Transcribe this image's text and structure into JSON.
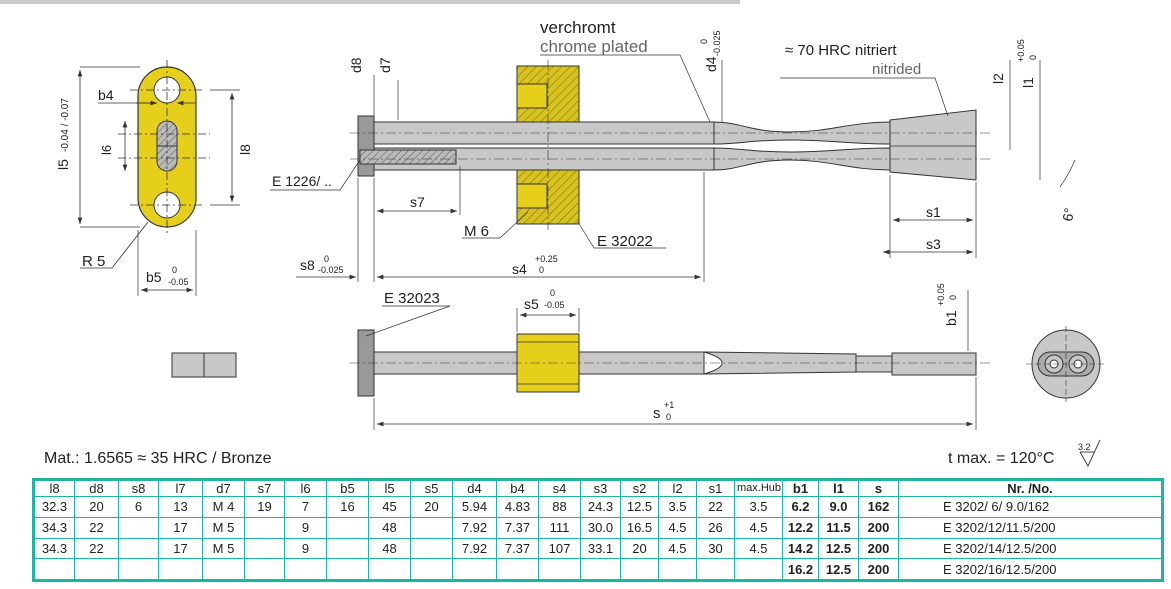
{
  "labels": {
    "verchromt": "verchromt",
    "chrome_plated": "chrome plated",
    "hrc_nitriert": "≈ 70 HRC nitriert",
    "nitrided": "nitrided",
    "b4": "b4",
    "l6": "l6",
    "l8": "l8",
    "l5": "l5",
    "l5_tol": "-0.04 / -0.07",
    "r5": "R 5",
    "b5": "b5",
    "b5_tol_top": "0",
    "b5_tol_bot": "-0.05",
    "d8": "d8",
    "d7": "d7",
    "d4": "d4",
    "d4_tol_top": "0",
    "d4_tol_bot": "-0.025",
    "e1226": "E 1226/ ..",
    "s7": "s7",
    "m6": "M 6",
    "e32022": "E 32022",
    "s8": "s8",
    "s8_tol_top": "0",
    "s8_tol_bot": "-0.025",
    "s4": "s4",
    "s4_tol_top": "+0.25",
    "s4_tol_bot": "0",
    "l2": "l2",
    "l1": "l1",
    "l1_tol_top": "+0.05",
    "l1_tol_bot": "0",
    "s1": "s1",
    "s3": "s3",
    "angle": "6°",
    "e32023": "E 32023",
    "s5": "s5",
    "s5_tol_top": "0",
    "s5_tol_bot": "-0.05",
    "s": "s",
    "s_tol_top": "+1",
    "s_tol_bot": "0",
    "b1": "b1",
    "b1_tol_top": "+0.05",
    "b1_tol_bot": "0",
    "surface": "3.2"
  },
  "material": "Mat.: 1.6565 ≈ 35 HRC / Bronze",
  "tmax": "t max. = 120°C",
  "colors": {
    "yellow": "#e6cf1a",
    "grey": "#c8c8c8",
    "table_border": "#1fb4a8"
  },
  "table": {
    "headers": [
      "l8",
      "d8",
      "s8",
      "l7",
      "d7",
      "s7",
      "l6",
      "b5",
      "l5",
      "s5",
      "d4",
      "b4",
      "s4",
      "s3",
      "s2",
      "l2",
      "s1",
      "max.Hub",
      "b1",
      "l1",
      "s",
      "Nr. /No."
    ],
    "rows": [
      [
        "32.3",
        "20",
        "6",
        "13",
        "M 4",
        "19",
        "7",
        "16",
        "45",
        "20",
        "5.94",
        "4.83",
        "88",
        "24.3",
        "12.5",
        "3.5",
        "22",
        "3.5",
        "6.2",
        "9.0",
        "162",
        "E 3202/  6/  9.0/162"
      ],
      [
        "34.3",
        "22",
        "",
        "17",
        "M 5",
        "",
        "9",
        "",
        "48",
        "",
        "7.92",
        "7.37",
        "111",
        "30.0",
        "16.5",
        "4.5",
        "26",
        "4.5",
        "12.2",
        "11.5",
        "200",
        "E 3202/12/11.5/200"
      ],
      [
        "34.3",
        "22",
        "",
        "17",
        "M 5",
        "",
        "9",
        "",
        "48",
        "",
        "7.92",
        "7.37",
        "107",
        "33.1",
        "20",
        "4.5",
        "30",
        "4.5",
        "14.2",
        "12.5",
        "200",
        "E 3202/14/12.5/200"
      ],
      [
        "",
        "",
        "",
        "",
        "",
        "",
        "",
        "",
        "",
        "",
        "",
        "",
        "",
        "",
        "",
        "",
        "",
        "",
        "16.2",
        "12.5",
        "200",
        "E 3202/16/12.5/200"
      ]
    ]
  }
}
